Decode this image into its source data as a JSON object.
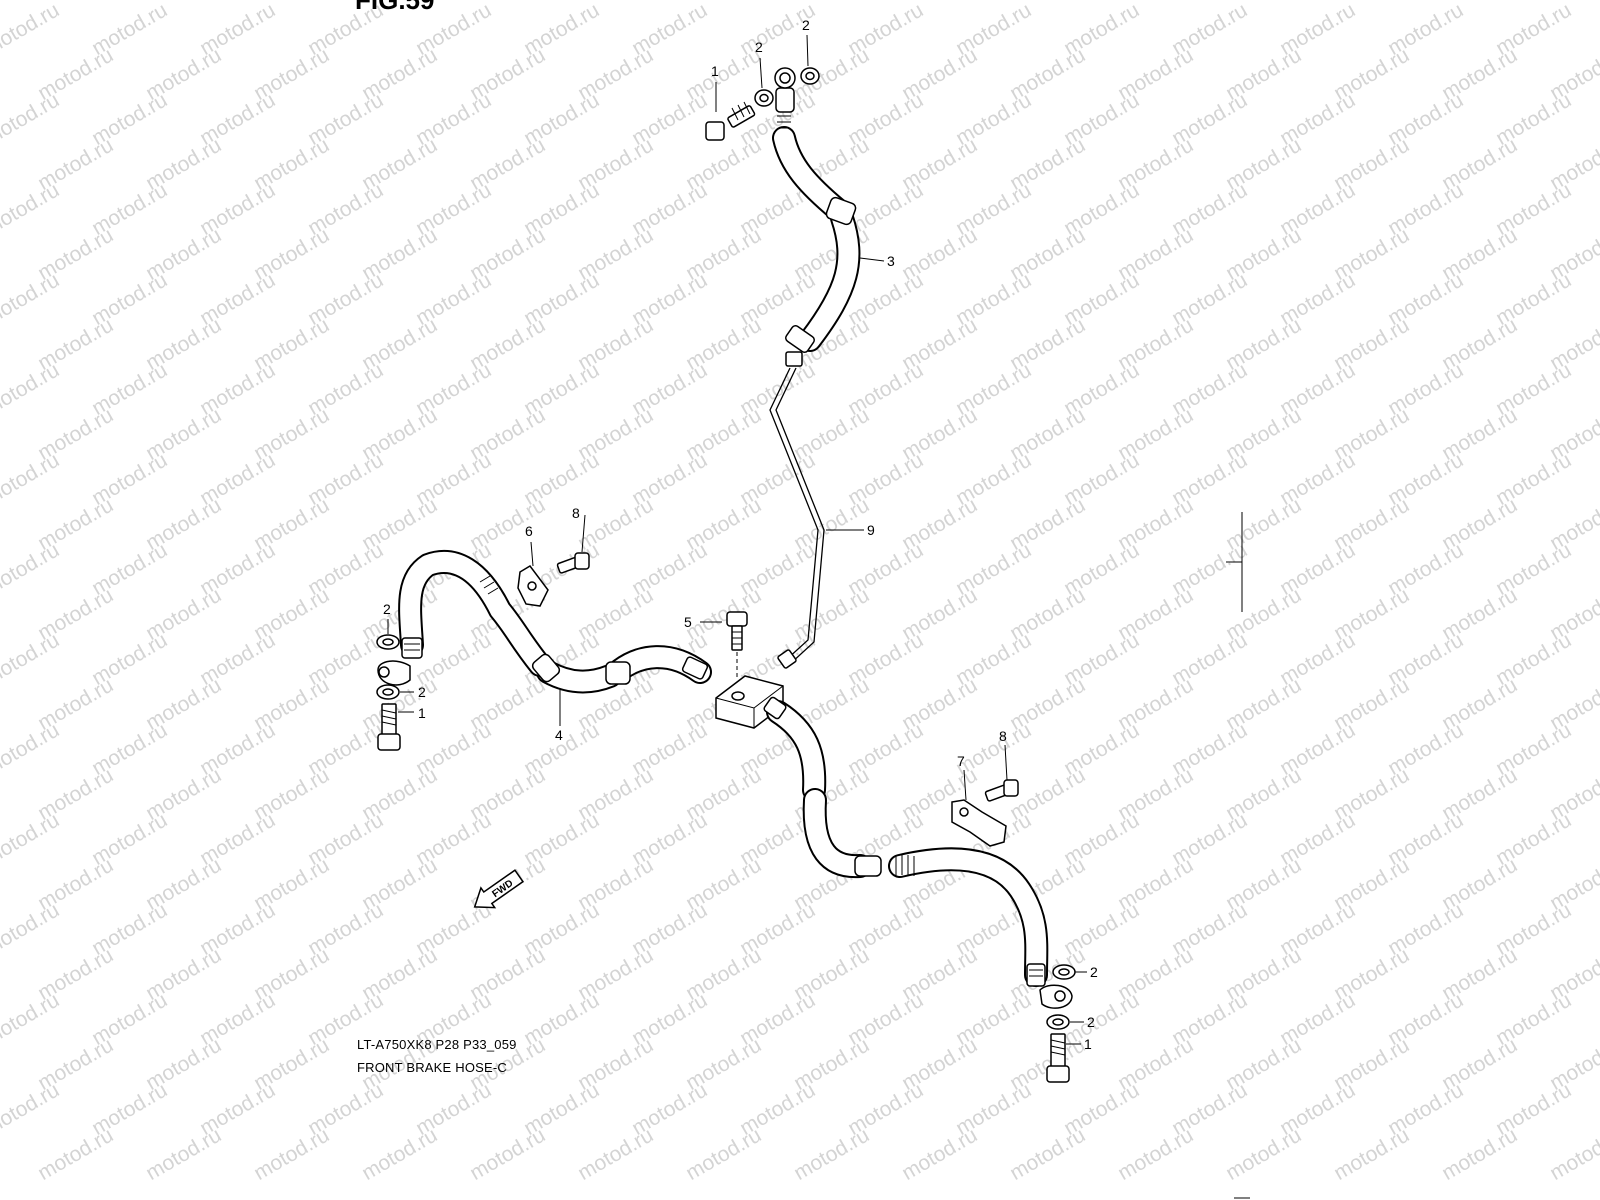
{
  "figure": {
    "title": "FIG.59",
    "model_code": "LT-A750XK8 P28 P33_059",
    "caption": "FRONT BRAKE  HOSE-C"
  },
  "direction_marker": {
    "label": "FWD"
  },
  "watermark": {
    "text": "motod.ru"
  },
  "callouts": {
    "bolt_top": "1",
    "washer_top_a": "2",
    "washer_top_b": "2",
    "upper_hose": "3",
    "left_hose": "4",
    "joint_bolt": "5",
    "clamp_left": "6",
    "clamp_right": "7",
    "clamp_left_bolt": "8",
    "clamp_right_bolt": "8",
    "brake_pipe": "9",
    "washer_left_a": "2",
    "washer_left_b": "2",
    "bolt_left": "1",
    "washer_right_a": "2",
    "washer_right_b": "2",
    "bolt_right": "1"
  }
}
